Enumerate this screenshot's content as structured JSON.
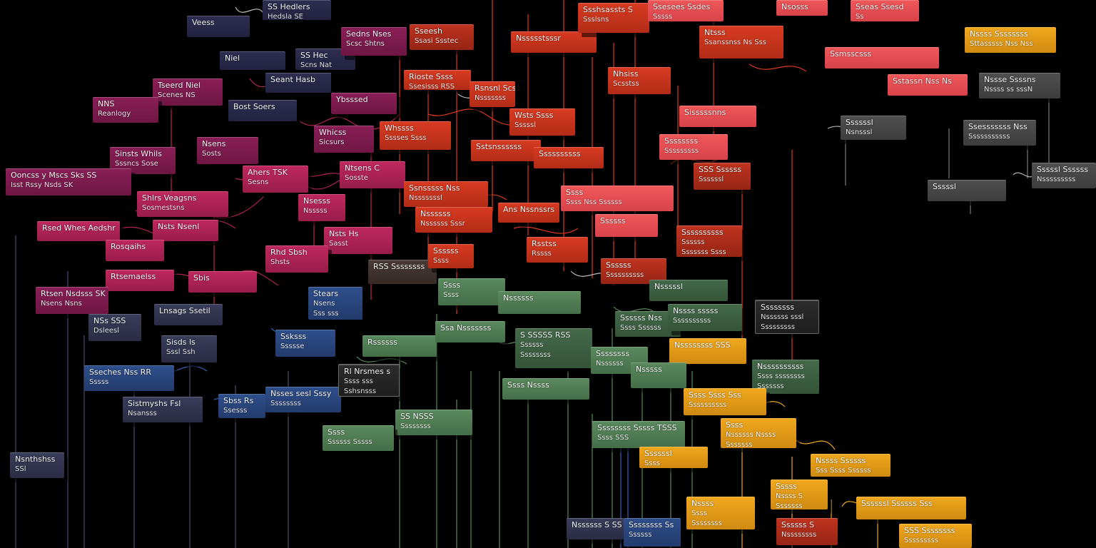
{
  "colors": {
    "background": "#000000",
    "plum": "#8a1f57",
    "rose": "#c0285e",
    "navy": "#2e2e52",
    "blue": "#2f4f8c",
    "red": "#d93b22",
    "coral": "#f0585a",
    "green": "#5b8a5e",
    "gold": "#f0a81e",
    "grey": "#505050"
  },
  "nodes": [
    {
      "id": "n1",
      "color": "navy",
      "lines": [
        "Veess"
      ]
    },
    {
      "id": "n2",
      "color": "navy",
      "lines": [
        "SS Hedlers",
        "Hedsla SE"
      ]
    },
    {
      "id": "n3",
      "color": "navy",
      "lines": [
        "Niel"
      ]
    },
    {
      "id": "n4",
      "color": "navy",
      "lines": [
        "SS Hec",
        "Scns Nat"
      ]
    },
    {
      "id": "n5",
      "color": "plum",
      "lines": [
        "Sedns Nses",
        "Scsc Shtns"
      ]
    },
    {
      "id": "n6",
      "color": "navy",
      "lines": [
        "Seant Hasb"
      ]
    },
    {
      "id": "n7",
      "color": "plum",
      "lines": [
        "Tseerd Niel",
        "Scenes NS"
      ]
    },
    {
      "id": "n8",
      "color": "plum",
      "lines": [
        "NNS",
        "Reanlogy"
      ]
    },
    {
      "id": "n9",
      "color": "navy",
      "lines": [
        "Bost Soers"
      ]
    },
    {
      "id": "n10",
      "color": "plum",
      "lines": [
        "Ybsssed"
      ]
    },
    {
      "id": "n11",
      "color": "plum",
      "lines": [
        "Sinsts Whils",
        "Sssncs Sose"
      ]
    },
    {
      "id": "n12",
      "color": "plum",
      "lines": [
        "Nsens",
        "Sosts"
      ]
    },
    {
      "id": "n13",
      "color": "plum",
      "lines": [
        "Whicss",
        "Sicsurs"
      ]
    },
    {
      "id": "n14",
      "color": "plum",
      "lines": [
        "Ooncss y Mscs Sks SS",
        "Isst Rssy Nsds SK"
      ]
    },
    {
      "id": "n15",
      "color": "rose",
      "lines": [
        "Ahers TSK",
        "Sesns"
      ]
    },
    {
      "id": "n16",
      "color": "rose",
      "lines": [
        "Ntsens C",
        "Sosste"
      ]
    },
    {
      "id": "n17",
      "color": "rose",
      "lines": [
        "Shlrs Veagsns",
        "Sosmestsns"
      ]
    },
    {
      "id": "n18",
      "color": "rose",
      "lines": [
        "Nsesss",
        "Nsssss"
      ]
    },
    {
      "id": "n19",
      "color": "rose",
      "lines": [
        "Rsed Whes Aedshr"
      ]
    },
    {
      "id": "n20",
      "color": "rose",
      "lines": [
        "Nsts Nsenl"
      ]
    },
    {
      "id": "n21",
      "color": "rose",
      "lines": [
        "Rosqaihs"
      ]
    },
    {
      "id": "n22",
      "color": "rose",
      "lines": [
        "Nsts Hs",
        "Sasst"
      ]
    },
    {
      "id": "n23",
      "color": "rose",
      "lines": [
        "Rhd Sbsh",
        "Shsts"
      ]
    },
    {
      "id": "n24",
      "color": "rose",
      "lines": [
        "Rtsemaelss"
      ]
    },
    {
      "id": "n25",
      "color": "rose",
      "lines": [
        "Sbis"
      ]
    },
    {
      "id": "n26",
      "color": "plum",
      "lines": [
        "Rtsen Nsdsss SK",
        "Nsens Nsns"
      ]
    },
    {
      "id": "n27",
      "color": "blue",
      "lines": [
        "Stears",
        "Nsens",
        "Sss sss"
      ]
    },
    {
      "id": "n28",
      "color": "slate",
      "lines": [
        "Lnsags Ssetil"
      ]
    },
    {
      "id": "n29",
      "color": "slate",
      "lines": [
        "NSs SSS",
        "Dsleesl"
      ]
    },
    {
      "id": "n30",
      "color": "blue",
      "lines": [
        "Ssksss",
        "Ssssse"
      ]
    },
    {
      "id": "n31",
      "color": "slate",
      "lines": [
        "Sisds ls",
        "Sssl Ssh"
      ]
    },
    {
      "id": "n32",
      "color": "blue",
      "lines": [
        "Sseches Nss RR",
        "Sssss"
      ]
    },
    {
      "id": "n33",
      "color": "slate",
      "lines": [
        "Sistmyshs Fsl",
        "Nsansss"
      ]
    },
    {
      "id": "n34",
      "color": "blue",
      "lines": [
        "Sbss Rs",
        "Ssesss"
      ]
    },
    {
      "id": "n35",
      "color": "blue",
      "lines": [
        "Nsses sesl Sssy",
        "Ssssssss"
      ]
    },
    {
      "id": "n36",
      "color": "slate",
      "lines": [
        "Nsnthshss",
        "SSl"
      ]
    },
    {
      "id": "n37",
      "color": "dark",
      "lines": [
        "Rl Nrsmes s",
        "Ssss sss",
        "Sshsnsss"
      ]
    },
    {
      "id": "n38",
      "color": "rust",
      "lines": [
        "Sseesh",
        "Ssasi Ssstec"
      ]
    },
    {
      "id": "n39",
      "color": "red",
      "lines": [
        "Rioste Ssss",
        "Ssesisss RSS"
      ]
    },
    {
      "id": "n40",
      "color": "red",
      "lines": [
        "Nssssstsssr"
      ]
    },
    {
      "id": "n41",
      "color": "red",
      "lines": [
        "Ssshsassts S",
        "Ssslsns"
      ]
    },
    {
      "id": "n42",
      "color": "coral",
      "lines": [
        "Ssesees Ssdes",
        "Sssss"
      ]
    },
    {
      "id": "n43",
      "color": "coral",
      "lines": [
        "Nsosss"
      ]
    },
    {
      "id": "n44",
      "color": "coral",
      "lines": [
        "Sseas Ssesd",
        "Ss"
      ]
    },
    {
      "id": "n45",
      "color": "gold",
      "lines": [
        "Nssss Ssssssss",
        "Sttasssss Nss Nss"
      ]
    },
    {
      "id": "n46",
      "color": "red",
      "lines": [
        "Ntsss",
        "Ssanssnss Ns Sss"
      ]
    },
    {
      "id": "n47",
      "color": "coral",
      "lines": [
        "Ssmsscsss"
      ]
    },
    {
      "id": "n48",
      "color": "red",
      "lines": [
        "Rsnsnl Scssds",
        "Nsssssss"
      ]
    },
    {
      "id": "n49",
      "color": "red",
      "lines": [
        "Nhsiss",
        "Scsstss"
      ]
    },
    {
      "id": "n50",
      "color": "coral",
      "lines": [
        "Sstassn Nss Ns"
      ]
    },
    {
      "id": "n51",
      "color": "grey",
      "lines": [
        "Nssse Ssssns",
        "Nssss ss sssN"
      ]
    },
    {
      "id": "n52",
      "color": "red",
      "lines": [
        "Wsts Ssss",
        "Sssssl"
      ]
    },
    {
      "id": "n53",
      "color": "coral",
      "lines": [
        "Sisssssnns"
      ]
    },
    {
      "id": "n54",
      "color": "grey",
      "lines": [
        "Ssssssl",
        "Nsnsssl"
      ]
    },
    {
      "id": "n55",
      "color": "grey",
      "lines": [
        "Ssesssssss Nss",
        "Sssssssssss"
      ]
    },
    {
      "id": "n56",
      "color": "red",
      "lines": [
        "Whssss",
        "Sssses Ssss"
      ]
    },
    {
      "id": "n57",
      "color": "red",
      "lines": [
        "Sstsnssssss"
      ]
    },
    {
      "id": "n58",
      "color": "red",
      "lines": [
        "Ssssssssss"
      ]
    },
    {
      "id": "n59",
      "color": "coral",
      "lines": [
        "Ssssssss",
        "Sssssssss"
      ]
    },
    {
      "id": "n60",
      "color": "grey",
      "lines": [
        "Sssssl"
      ]
    },
    {
      "id": "n61",
      "color": "grey",
      "lines": [
        "Sssssl Ssssss",
        "Nsssssssss"
      ]
    },
    {
      "id": "n62",
      "color": "rust",
      "lines": [
        "SSS Ssssss",
        "Ssssssl"
      ]
    },
    {
      "id": "n63",
      "color": "red",
      "lines": [
        "Ssnsssss Nss",
        "Nsssssssl"
      ]
    },
    {
      "id": "n64",
      "color": "red",
      "lines": [
        "Ans Nssnssrs"
      ]
    },
    {
      "id": "n65",
      "color": "red",
      "lines": [
        "Nssssss",
        "Nssssss Sssr"
      ]
    },
    {
      "id": "n66",
      "color": "coral",
      "lines": [
        "Ssss",
        "Ssss Nss Ssssss"
      ]
    },
    {
      "id": "n67",
      "color": "coral",
      "lines": [
        "Ssssss"
      ]
    },
    {
      "id": "n68",
      "color": "rust",
      "lines": [
        "Ssssssssss",
        "Ssssss",
        "Sssssss Ssss"
      ]
    },
    {
      "id": "n69",
      "color": "red",
      "lines": [
        "Rsstss",
        "Rssss"
      ]
    },
    {
      "id": "n70",
      "color": "rust",
      "lines": [
        "Ssssss",
        "Ssssssssss"
      ]
    },
    {
      "id": "n71",
      "color": "muddy",
      "lines": [
        "RSS Ssssssss"
      ]
    },
    {
      "id": "n72",
      "color": "red",
      "lines": [
        "Ssssss",
        "Ssss"
      ]
    },
    {
      "id": "n73",
      "color": "green",
      "lines": [
        "Ssss",
        "Ssss"
      ]
    },
    {
      "id": "n74",
      "color": "green",
      "lines": [
        "Nssssss"
      ]
    },
    {
      "id": "n75",
      "color": "olive",
      "lines": [
        "Nsssssl"
      ]
    },
    {
      "id": "n76",
      "color": "green",
      "lines": [
        "Rssssss"
      ]
    },
    {
      "id": "n77",
      "color": "green",
      "lines": [
        "Ssa    Nsssssss"
      ]
    },
    {
      "id": "n78",
      "color": "olive",
      "lines": [
        "S SSSSS RSS",
        "Ssssss",
        "Ssssssss"
      ]
    },
    {
      "id": "n79",
      "color": "olive",
      "lines": [
        "Ssssss Nss",
        "Ssss Ssssss"
      ]
    },
    {
      "id": "n80",
      "color": "olive",
      "lines": [
        "Nssss sssss",
        "Ssssssssss"
      ]
    },
    {
      "id": "n81",
      "color": "dark",
      "lines": [
        "Ssssssss",
        "Nssssss sssl",
        "Sssssssss"
      ]
    },
    {
      "id": "n82",
      "color": "gold",
      "lines": [
        "Nssssssss SSS"
      ]
    },
    {
      "id": "n83",
      "color": "green",
      "lines": [
        "Ssssssss",
        "Nssssss"
      ]
    },
    {
      "id": "n84",
      "color": "green",
      "lines": [
        "Nsssss"
      ]
    },
    {
      "id": "n85",
      "color": "olive",
      "lines": [
        "Nssssssssss",
        "Ssss ssssssss",
        "Sssssss"
      ]
    },
    {
      "id": "n86",
      "color": "green",
      "lines": [
        "Ssss  Nssss"
      ]
    },
    {
      "id": "n87",
      "color": "gold",
      "lines": [
        "Ssss Ssss Sss",
        "Ssssssssss"
      ]
    },
    {
      "id": "n88",
      "color": "green",
      "lines": [
        "SS    NSSS",
        "Ssssssss"
      ]
    },
    {
      "id": "n89",
      "color": "green",
      "lines": [
        "Ssss",
        "Ssssss Sssss"
      ]
    },
    {
      "id": "n90",
      "color": "green",
      "lines": [
        "Ssssssss Sssss TSSS",
        "Ssss   SSS"
      ]
    },
    {
      "id": "n91",
      "color": "gold",
      "lines": [
        "Ssssssl",
        "Ssss"
      ]
    },
    {
      "id": "n92",
      "color": "gold",
      "lines": [
        "Ssss",
        "Nssssss Nssss",
        "Sssssss"
      ]
    },
    {
      "id": "n93",
      "color": "gold",
      "lines": [
        "Nssss Ssssss",
        "Sss Ssss Ssssss"
      ]
    },
    {
      "id": "n94",
      "color": "gold",
      "lines": [
        "Sssss",
        "Nssss S",
        "Sssssss"
      ]
    },
    {
      "id": "n95",
      "color": "gold",
      "lines": [
        "Nssss",
        "Ssss",
        "Ssssssss"
      ]
    },
    {
      "id": "n96",
      "color": "gold",
      "lines": [
        "Ssssssl   Ssssss Sss"
      ]
    },
    {
      "id": "n97",
      "color": "rust",
      "lines": [
        "Ssssss S",
        "Nssssssss"
      ]
    },
    {
      "id": "n98",
      "color": "gold",
      "lines": [
        "SSS Ssssssss",
        "Sssssssss"
      ]
    },
    {
      "id": "n99",
      "color": "slate",
      "lines": [
        "Nssssss S SS"
      ]
    },
    {
      "id": "n100",
      "color": "blue",
      "lines": [
        "Ssssssss Ss",
        "Ssssss"
      ]
    }
  ]
}
